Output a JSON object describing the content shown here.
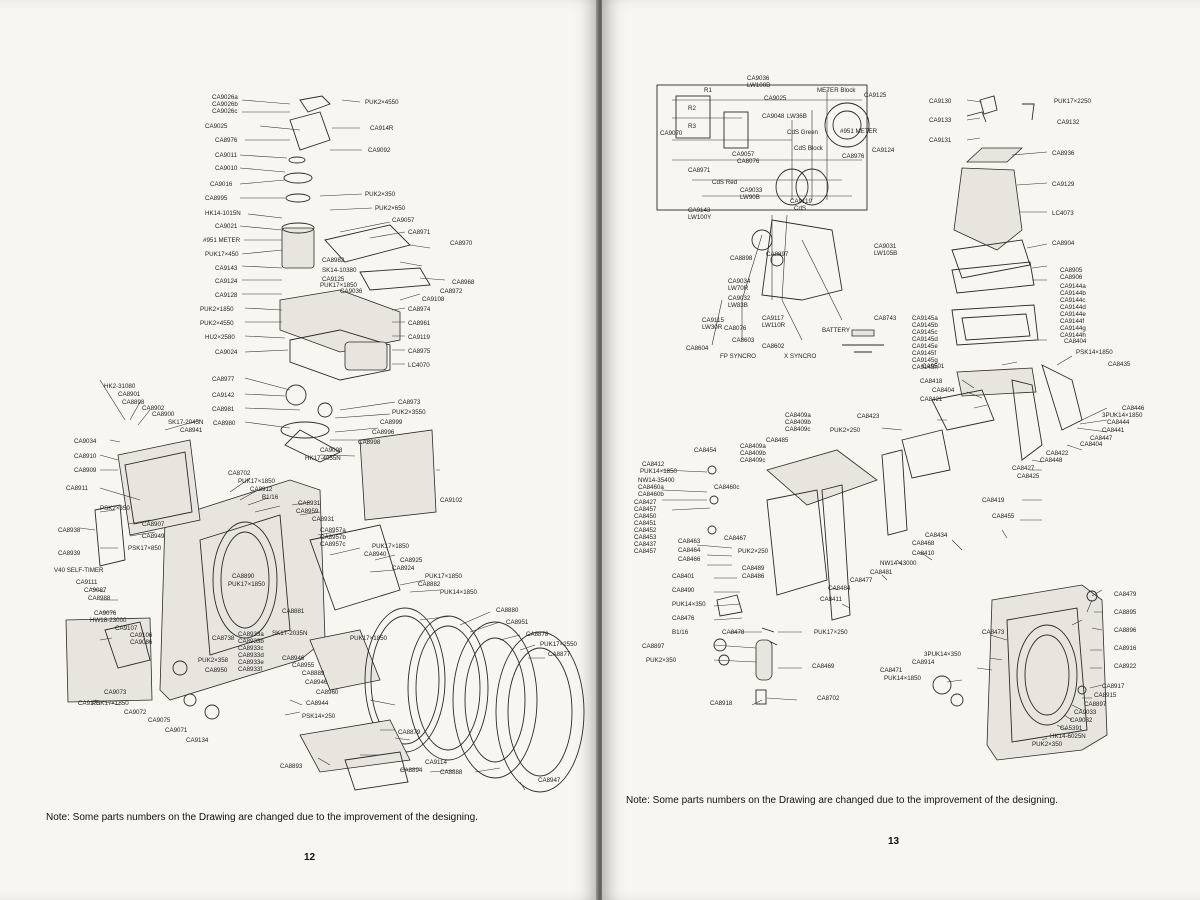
{
  "left_page": {
    "page_number": "12",
    "note": "Note:   Some parts numbers on the Drawing are changed due to the improvement of the designing.",
    "labels": [
      "CA9026a",
      "CA9026b",
      "CA9026c",
      "PUK2×4550",
      "CA9025",
      "CA914R",
      "CA8976",
      "CA9092",
      "CA9011",
      "CA9010",
      "CA9016",
      "CA8995",
      "PUK2×350",
      "HK14-1015N",
      "PUK2×650",
      "CA9021",
      "CA9057",
      "CA8971",
      "CA8970",
      "#951 METER",
      "PUK17×450",
      "CA8982",
      "SK14-10380",
      "CA9143",
      "CA9125",
      "CA9124",
      "PUK17×1850",
      "CA9036",
      "CA8968",
      "CA9128",
      "CA8972",
      "CA9108",
      "CA8974",
      "PUK2×1850",
      "PUK2×4550",
      "CA8961",
      "HU2×2580",
      "CA9119",
      "CA9024",
      "CA8975",
      "LC4070",
      "CA8977",
      "CA9142",
      "CA8973",
      "PUK2×3550",
      "CA8981",
      "CA8999",
      "CA8980",
      "CA8996",
      "CA8998",
      "CA9008",
      "HK17-4055N",
      "HK2-31080",
      "CA8901",
      "CA8898",
      "CA8902",
      "CA8900",
      "SK17-2045N",
      "CA8941",
      "CA9034",
      "CA8910",
      "CA8909",
      "CA8911",
      "PSK2×350",
      "CA8702",
      "PUK17×1850",
      "CA8912",
      "B1/16",
      "CA8931",
      "CA8959",
      "CA8931",
      "CA8938",
      "CA8907",
      "CA8949",
      "PSK17×850",
      "CA8957a",
      "CA8957b",
      "CA8957c",
      "PUK17×1850",
      "CA8940",
      "CA8925",
      "CA8924",
      "CA8939",
      "PUK17×1850",
      "CA8882",
      "PUK14×1850",
      "V40 SELF-TIMER",
      "CA9111",
      "CA9087",
      "CA8988",
      "CA8890",
      "PUK17×1850",
      "CA9076",
      "HW18-23000",
      "CA9107",
      "CA8881",
      "SK17-2035N",
      "CA8880",
      "CA9106",
      "CA9086",
      "CA8738",
      "CA8933a",
      "CA8933b",
      "CA8933c",
      "CA8933d",
      "CA8933e",
      "CA8933f",
      "CA8946",
      "PUK17×1850",
      "CA8951",
      "CA8878",
      "PUK17×2550",
      "CA8877",
      "PUK2×358",
      "CA8950",
      "CA8955",
      "CA8889",
      "CA8946",
      "CA8960",
      "CA8944",
      "PSK14×250",
      "CA9073",
      "PSK17×1850",
      "CA9103",
      "CA9072",
      "CA9075",
      "CA9071",
      "CA9134",
      "CA8879",
      "CA8893",
      "CA8894",
      "CA9114",
      "CA8888",
      "CA8947",
      "CA9102"
    ]
  },
  "right_page": {
    "page_number": "13",
    "note": "Note:   Some parts numbers on the Drawing are changed due to the improvement of the designing.",
    "labels": [
      "CA9036",
      "LW100B",
      "CA9025",
      "METER Block",
      "CA9125",
      "CA9130",
      "PUK17×2250",
      "CA9133",
      "CA9132",
      "CA9131",
      "R1",
      "R2",
      "R3",
      "CA9070",
      "CA9048",
      "LW36B",
      "CdS Green",
      "CA9057",
      "CA8076",
      "CdS Block",
      "#951 METER",
      "CA8976",
      "CA9124",
      "CA8936",
      "CA8971",
      "CdS Red",
      "CA9129",
      "CA9033",
      "LW90B",
      "CA9119",
      "CdS",
      "LC4073",
      "CA9143",
      "LW100Y",
      "CA9031",
      "LW105B",
      "CA8904",
      "CA8898",
      "CA8897",
      "CA9034",
      "LW70R",
      "CA9032",
      "LW83B",
      "CA8905",
      "CA8906",
      "CA9115",
      "LW30R",
      "CA8076",
      "CA9117",
      "LW110R",
      "CA8743",
      "BATTERY",
      "CA9144a",
      "CA9144b",
      "CA9144c",
      "CA9144d",
      "CA9144e",
      "CA9144f",
      "CA9144g",
      "CA9144h",
      "CA9145a",
      "CA9145b",
      "CA9145c",
      "CA9145d",
      "CA9145e",
      "CA9145f",
      "CA9145g",
      "CA9145h",
      "CA8604",
      "CA8603",
      "CA8602",
      "FP SYNCRO",
      "X SYNCRO",
      "CA8404",
      "PSK14×1850",
      "CA9501",
      "CA8435",
      "CA8418",
      "CA8404",
      "CA8446",
      "3PUK14×1850",
      "CA8421",
      "CA8409a",
      "CA8409b",
      "CA8409c",
      "CA8423",
      "CA8444",
      "CA8441",
      "CA8447",
      "CA8404",
      "PUK2×250",
      "CA8485",
      "CA8422",
      "CA8454",
      "CA8409a",
      "CA8409b",
      "CA8409c",
      "CA8448",
      "CA8427",
      "CA8425",
      "CA8412",
      "PUK14×1850",
      "NW14-35400",
      "CA8460a",
      "CA8460b",
      "CA8460c",
      "CA8419",
      "CA8427",
      "CA8457",
      "CA8450",
      "CA8451",
      "CA8452",
      "CA8453",
      "CA8455",
      "CA8434",
      "CA8437",
      "CA8457",
      "CA8463",
      "CA8464",
      "CA8466",
      "CA8467",
      "PUK2×250",
      "CA8468",
      "CA8410",
      "CA8401",
      "CA8486",
      "CA8489",
      "NW14-43000",
      "CA8481",
      "CA8477",
      "CA8490",
      "CA8484",
      "CA8411",
      "PUK14×350",
      "CA8476",
      "CA8479",
      "CA8895",
      "CA8896",
      "B1/16",
      "CA8478",
      "PUK17×250",
      "CA8473",
      "CA8916",
      "CA8897",
      "3PUK14×350",
      "CA8914",
      "CA8922",
      "PUK2×350",
      "CA8469",
      "CA8471",
      "PUK14×1850",
      "CA8917",
      "CA8915",
      "CA8897",
      "CA9033",
      "CA9032",
      "CA5391",
      "HK14-6025N",
      "PUK2×350",
      "CA8918",
      "CA8702",
      "PUK17×250",
      "CA8474"
    ]
  }
}
